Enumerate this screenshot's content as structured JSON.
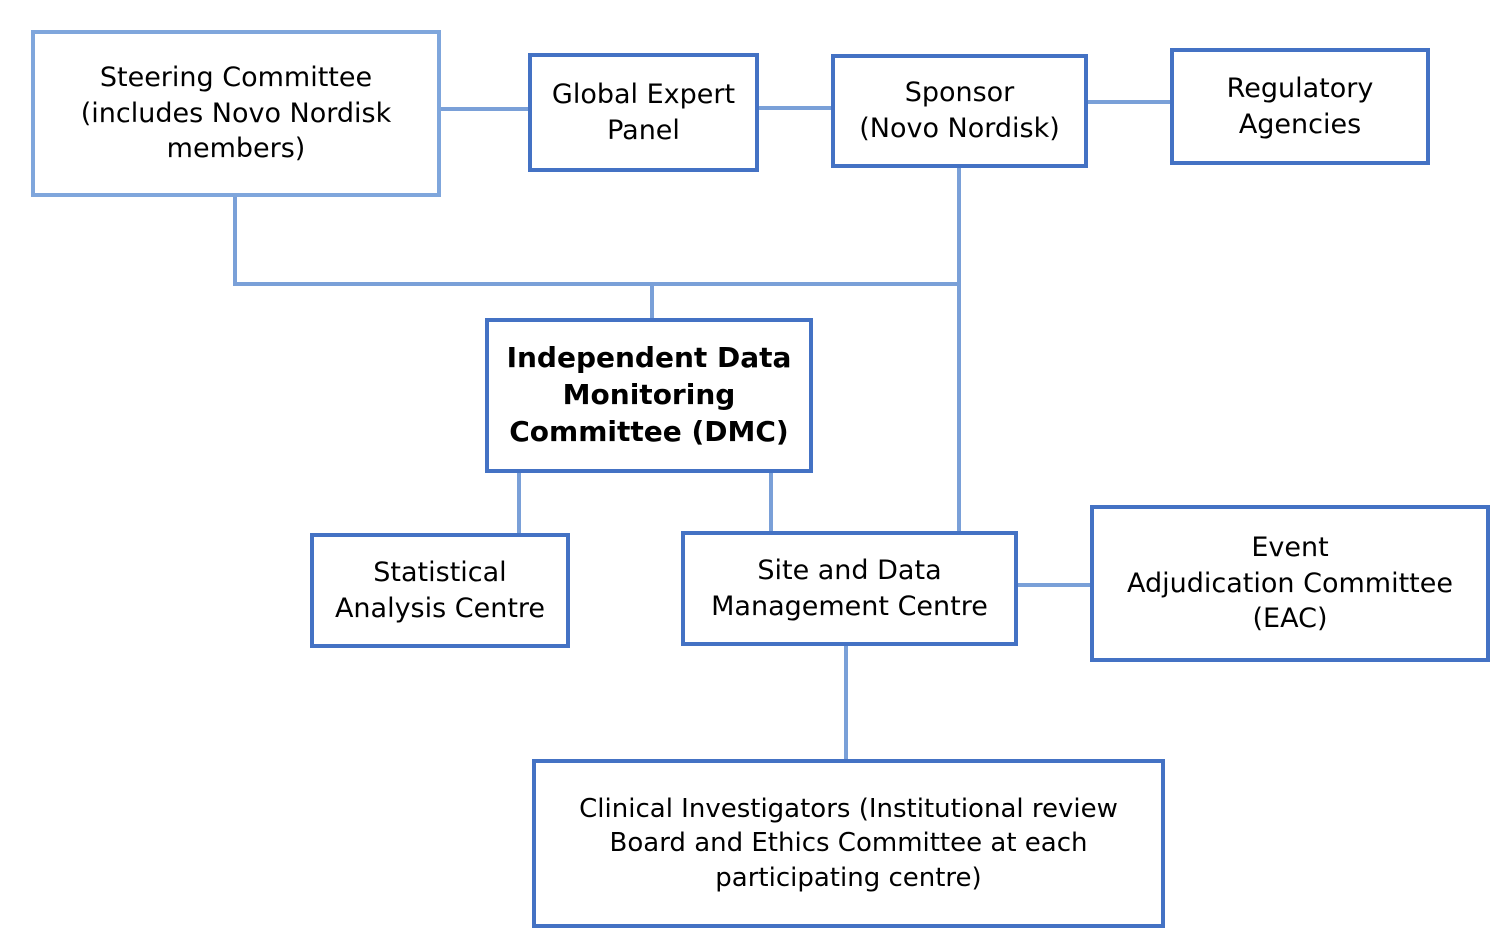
{
  "diagram": {
    "type": "org-chart",
    "background_color": "#ffffff",
    "text_color": "#000000",
    "box_border_color": "#4472c4",
    "light_box_border_color": "#7fa6dc",
    "connector_color": "#7aa0d8",
    "nodes": {
      "steering_committee": {
        "label": "Steering Committee\n(includes Novo Nordisk\nmembers)"
      },
      "global_expert_panel": {
        "label": "Global Expert\nPanel"
      },
      "sponsor": {
        "label": "Sponsor\n(Novo Nordisk)"
      },
      "regulatory_agencies": {
        "label": "Regulatory\nAgencies"
      },
      "dmc": {
        "label": "Independent Data\nMonitoring\nCommittee (DMC)"
      },
      "statistical_analysis_centre": {
        "label": "Statistical\nAnalysis Centre"
      },
      "site_and_data_management_centre": {
        "label": "Site and Data\nManagement Centre"
      },
      "eac": {
        "label": "Event\nAdjudication Committee\n(EAC)"
      },
      "clinical_investigators": {
        "label": "Clinical Investigators (Institutional review\nBoard and Ethics Committee at each\nparticipating centre)"
      }
    },
    "connections": [
      {
        "from": "steering_committee",
        "to": "global_expert_panel"
      },
      {
        "from": "global_expert_panel",
        "to": "sponsor"
      },
      {
        "from": "sponsor",
        "to": "regulatory_agencies"
      },
      {
        "from": "steering_committee",
        "to": "dmc"
      },
      {
        "from": "sponsor",
        "to": "dmc"
      },
      {
        "from": "sponsor",
        "to": "site_and_data_management_centre"
      },
      {
        "from": "dmc",
        "to": "statistical_analysis_centre"
      },
      {
        "from": "dmc",
        "to": "site_and_data_management_centre"
      },
      {
        "from": "site_and_data_management_centre",
        "to": "eac"
      },
      {
        "from": "site_and_data_management_centre",
        "to": "clinical_investigators"
      }
    ]
  }
}
